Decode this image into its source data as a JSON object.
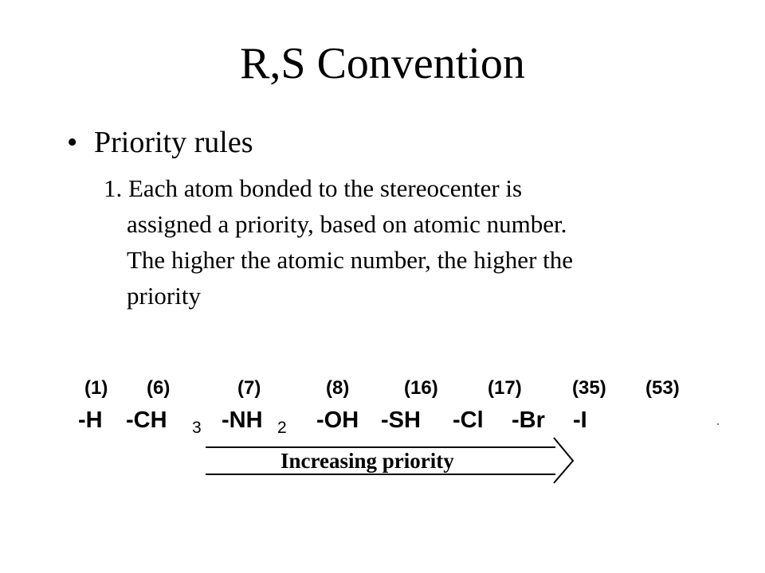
{
  "slide": {
    "title": "R,S Convention",
    "bullet": {
      "symbol": "•",
      "text": "Priority rules"
    },
    "rule": {
      "lines": [
        "1. Each atom bonded to the stereocenter is",
        "assigned a priority, based on atomic number.",
        "The higher the atomic number, the higher the",
        "priority"
      ]
    }
  },
  "figure": {
    "atomic_numbers": [
      "(1)",
      "(6)",
      "(7)",
      "(8)",
      "(16)",
      "(17)",
      "(35)",
      "(53)"
    ],
    "groups": [
      "-H",
      "-CH",
      "-NH",
      "-OH",
      "-SH",
      "-Cl",
      "-Br",
      "-I"
    ],
    "subscripts": [
      "3",
      "2"
    ],
    "arrow_label": "Increasing priority"
  }
}
